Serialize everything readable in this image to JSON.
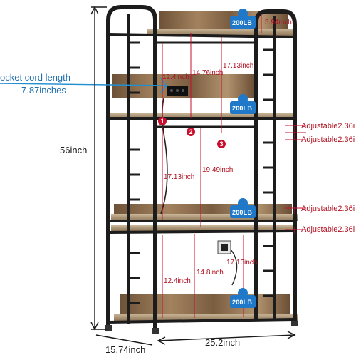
{
  "product": {
    "overall_height": "56inch",
    "depth": "15.74inch",
    "width": "25.2inch",
    "socket_cord_label_line1": "ocket cord length",
    "socket_cord_label_line2": "7.87inches",
    "shelf_capacity": "200LB",
    "top_gap": "5.94inch",
    "adjustable_labels": [
      "Adjustable2.36i",
      "Adjustable2.36i",
      "Adjustable2.36i",
      "Adjustable2.36i"
    ],
    "inner_dims": {
      "d_12_4_top": "12.4inch",
      "d_14_76": "14.76inch",
      "d_17_13_top": "17.13inch",
      "d_17_13_mid": "17.13inch",
      "d_19_49": "19.49inch",
      "d_14_8": "14.8inch",
      "d_12_4_bottom": "12.4inch",
      "d_17_13_bottom": "17.13inch"
    },
    "markers": [
      "1",
      "2",
      "3"
    ]
  },
  "colors": {
    "frame": "#1c1c1c",
    "wood": "#8a6a4a",
    "red_dim": "#c8102e",
    "blue_badge": "#1f78c8",
    "socket_line": "#1f8fd0"
  },
  "icons": [
    "weight-badge-icon",
    "power-socket-icon",
    "power-cord-icon"
  ]
}
